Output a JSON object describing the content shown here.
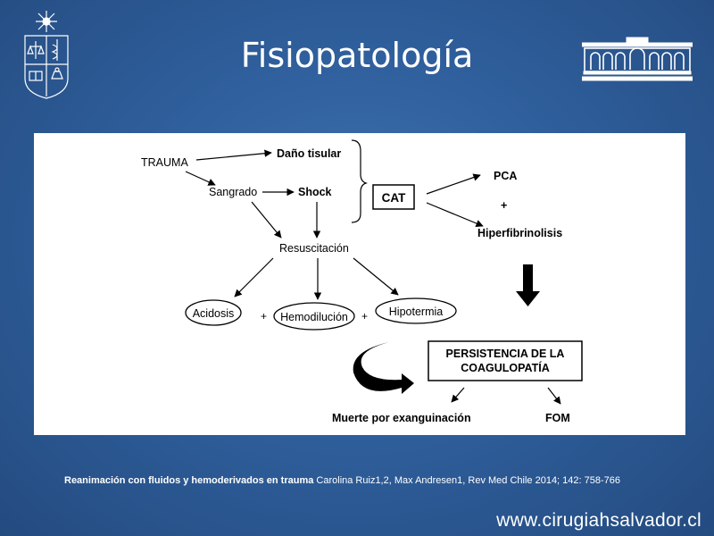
{
  "slide": {
    "title": "Fisiopatología",
    "website": "www.cirugiahsalvador.cl"
  },
  "citation": {
    "bold_part": "Reanimación con fluidos y hemoderivados en trauma",
    "rest": " Carolina Ruiz1,2, Max Andresen1, Rev Med Chile 2014; 142: 758-766"
  },
  "diagram": {
    "trauma": "TRAUMA",
    "dano_tisular": "Daño tisular",
    "sangrado": "Sangrado",
    "shock": "Shock",
    "cat": "CAT",
    "pca": "PCA",
    "plus_pca": "+",
    "hiperfibrinolisis": "Hiperfibrinolisis",
    "resuscitacion": "Resuscitación",
    "acidosis": "Acidosis",
    "plus_1": "+",
    "hemodilucion": "Hemodilución",
    "plus_2": "+",
    "hipotermia": "Hipotermia",
    "persistencia_line1": "PERSISTENCIA DE LA",
    "persistencia_line2": "COAGULOPATÍA",
    "muerte": "Muerte por exanguinación",
    "fom": "FOM"
  }
}
